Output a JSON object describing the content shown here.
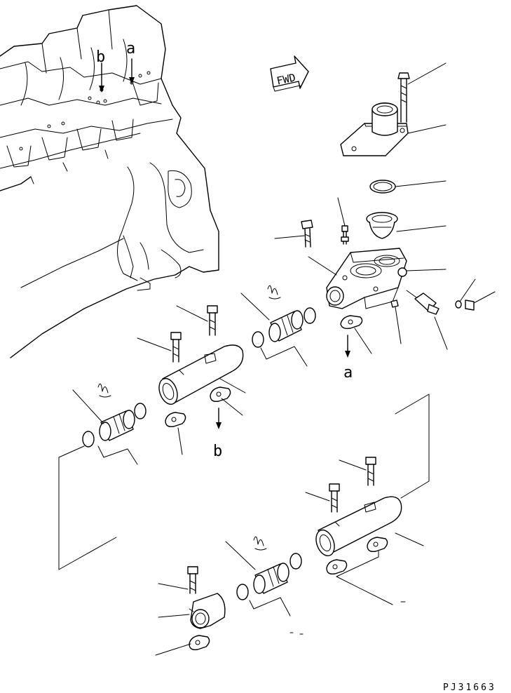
{
  "labels": {
    "a": "a",
    "b": "b",
    "fwd": "FWD"
  },
  "drawing_code": "PJ31663"
}
